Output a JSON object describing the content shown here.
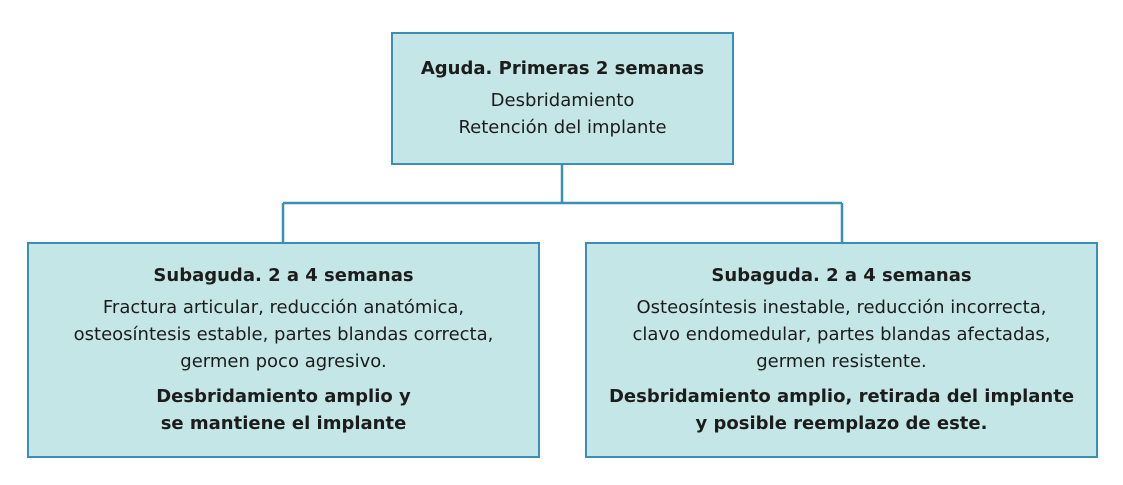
{
  "diagram": {
    "root": {
      "title": "Aguda. Primeras 2 semanas",
      "lines": [
        "Desbridamiento",
        "Retención del implante"
      ]
    },
    "left": {
      "title": "Subaguda. 2 a 4 semanas",
      "description": [
        "Fractura articular, reducción anatómica,",
        "osteosíntesis estable, partes blandas correcta,",
        "germen poco agresivo."
      ],
      "action": [
        "Desbridamiento amplio y",
        "se mantiene el implante"
      ]
    },
    "right": {
      "title": "Subaguda. 2 a 4 semanas",
      "description": [
        "Osteosíntesis inestable, reducción incorrecta,",
        "clavo endomedular, partes blandas afectadas,",
        "germen resistente."
      ],
      "action": [
        "Desbridamiento amplio, retirada del implante",
        "y posible reemplazo de este."
      ]
    },
    "colors": {
      "box_fill": "#c4e6e6",
      "border": "#3a8fb5"
    }
  }
}
